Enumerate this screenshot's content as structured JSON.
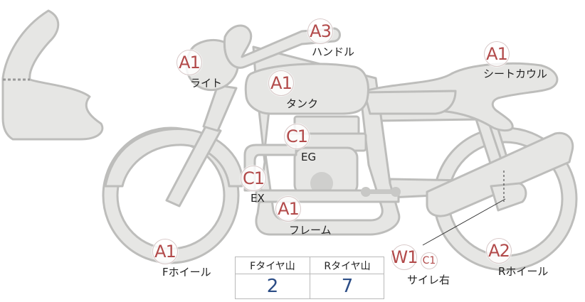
{
  "parts": [
    {
      "id": "light",
      "grade": "A1",
      "label": "ライト"
    },
    {
      "id": "handle",
      "grade": "A3",
      "label": "ハンドル"
    },
    {
      "id": "tank",
      "grade": "A1",
      "label": "タンク"
    },
    {
      "id": "seatcowl",
      "grade": "A1",
      "label": "シートカウル"
    },
    {
      "id": "engine",
      "grade": "C1",
      "label": "EG"
    },
    {
      "id": "exhaust",
      "grade": "C1",
      "label": "EX"
    },
    {
      "id": "frame",
      "grade": "A1",
      "label": "フレーム"
    },
    {
      "id": "fwheel",
      "grade": "A1",
      "label": "Fホイール"
    },
    {
      "id": "rwheel",
      "grade": "A2",
      "label": "Rホイール"
    },
    {
      "id": "muffler_r",
      "grade": "W1",
      "grade_sub": "C1",
      "label": "サイレ右"
    }
  ],
  "tread_table": {
    "headers": [
      "Fタイヤ山",
      "Rタイヤ山"
    ],
    "values": [
      "2",
      "7"
    ]
  },
  "colors": {
    "grade_text": "#b24a4a",
    "tread_value": "#2c4d86",
    "part_fill": "#e6e6e4",
    "part_stroke": "#bdbdbb"
  }
}
